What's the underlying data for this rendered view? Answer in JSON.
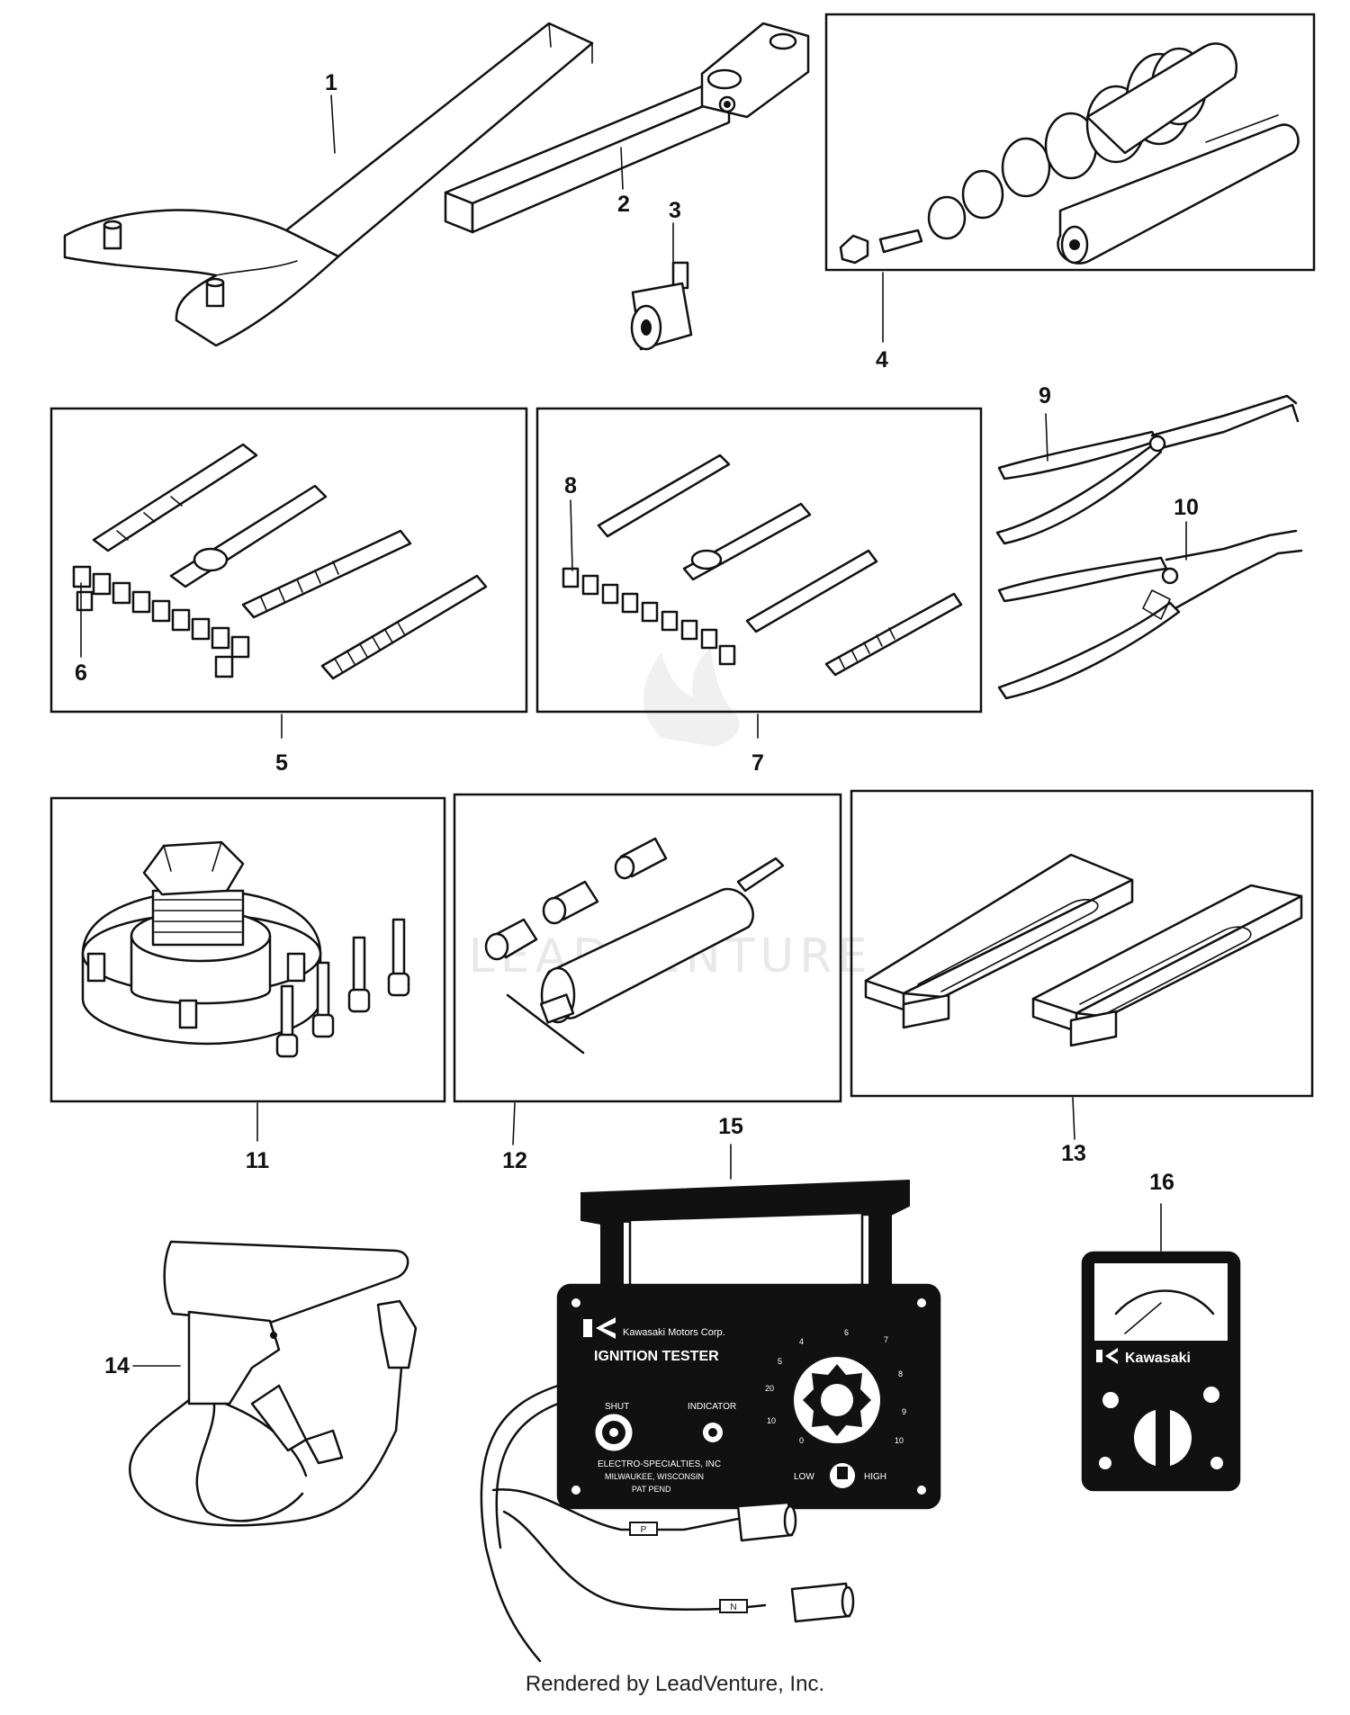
{
  "callouts": {
    "c1": "1",
    "c2": "2",
    "c3": "3",
    "c4": "4",
    "c5": "5",
    "c6": "6",
    "c7": "7",
    "c8": "8",
    "c9": "9",
    "c10": "10",
    "c11": "11",
    "c12": "12",
    "c13": "13",
    "c14": "14",
    "c15": "15",
    "c16": "16"
  },
  "watermark": {
    "text": "LEADVENTURE"
  },
  "ignition_tester": {
    "brand": "Kawasaki Motors Corp.",
    "title": "IGNITION TESTER",
    "switch_label": "SHUT",
    "indicator_label": "INDICATOR",
    "maker_line1": "ELECTRO-SPECIALTIES, INC",
    "maker_line2": "MILWAUKEE, WISCONSIN",
    "maker_line3": "PAT PEND",
    "low": "LOW",
    "high": "HIGH",
    "lead_p": "P",
    "lead_n": "N"
  },
  "meter": {
    "brand": "Kawasaki"
  },
  "footer": {
    "text": "Rendered by LeadVenture, Inc."
  }
}
